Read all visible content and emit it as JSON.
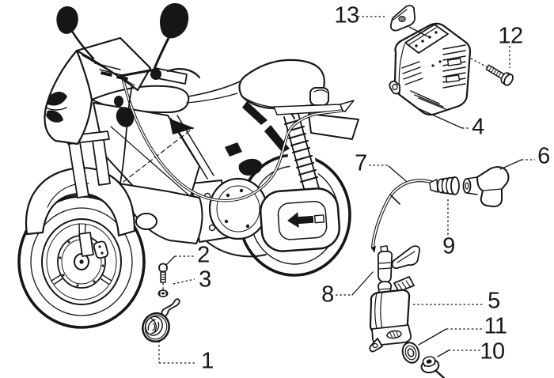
{
  "figure": {
    "background": "#ffffff",
    "ink": "#161616",
    "kind": "exploded-parts-diagram"
  },
  "callouts": [
    {
      "number": "1",
      "points_to": "horn"
    },
    {
      "number": "2",
      "points_to": "horn-screw"
    },
    {
      "number": "3",
      "points_to": "horn-nut"
    },
    {
      "number": "4",
      "points_to": "voltage-regulator"
    },
    {
      "number": "5",
      "points_to": "ignition-coil"
    },
    {
      "number": "6",
      "points_to": "spark-plug-cap"
    },
    {
      "number": "7",
      "points_to": "spark-plug-cable"
    },
    {
      "number": "8",
      "points_to": "cable-boot"
    },
    {
      "number": "9",
      "points_to": "cable-terminal"
    },
    {
      "number": "10",
      "points_to": "coil-nut"
    },
    {
      "number": "11",
      "points_to": "coil-washer"
    },
    {
      "number": "12",
      "points_to": "regulator-bolt"
    },
    {
      "number": "13",
      "points_to": "clip"
    }
  ]
}
